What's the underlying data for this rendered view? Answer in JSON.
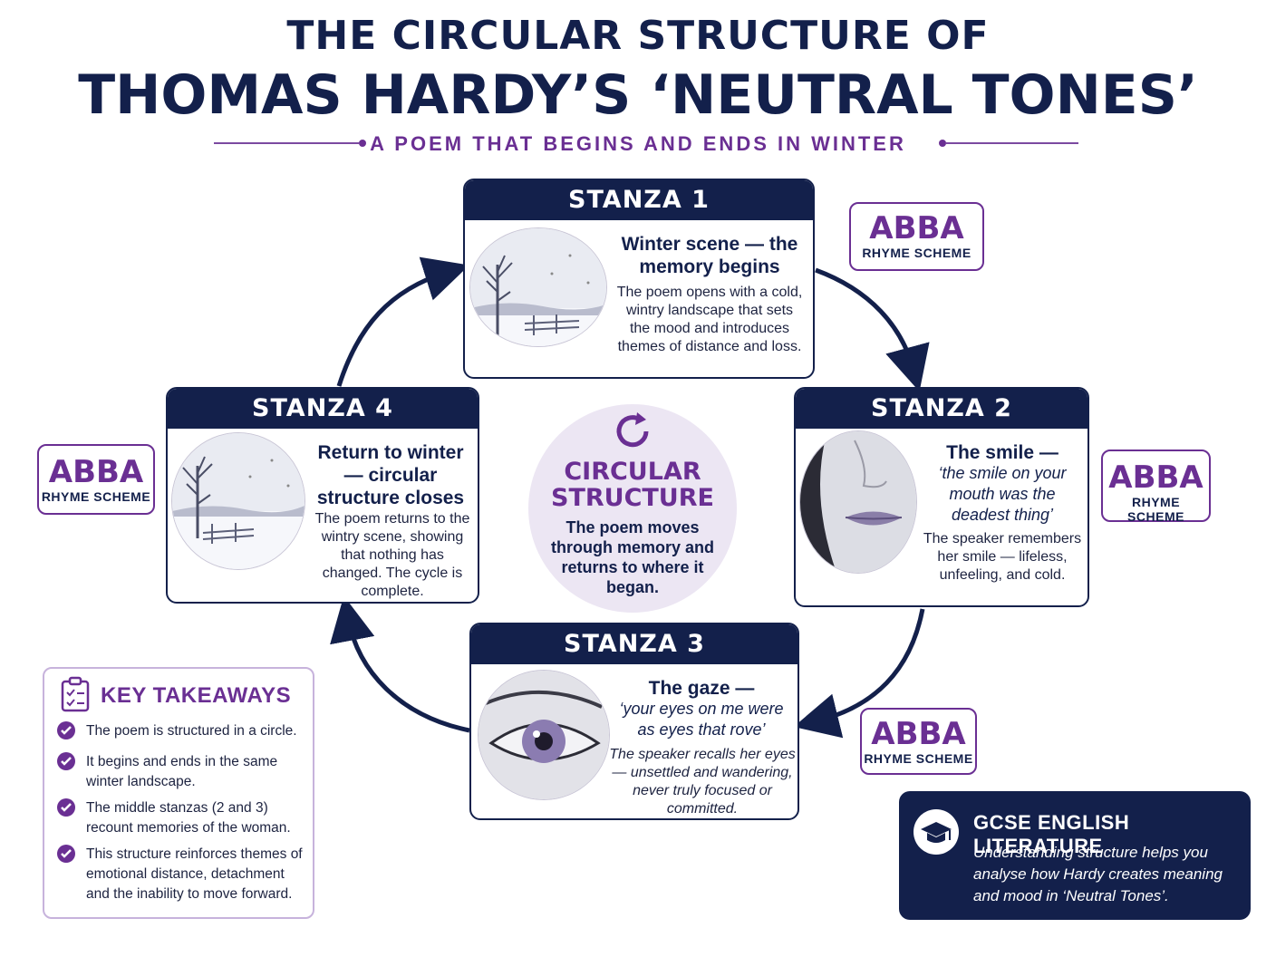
{
  "header": {
    "title_line1": "THE CIRCULAR STRUCTURE OF",
    "title_line2": "THOMAS HARDY’S ‘NEUTRAL TONES’",
    "subtitle": "A POEM THAT BEGINS AND ENDS IN WINTER"
  },
  "stanzas": [
    {
      "label": "STANZA 1",
      "heading": "Winter scene — the memory begins",
      "quote": "",
      "body": "The poem opens with a cold, wintry landscape that sets the mood and introduces themes of distance and loss."
    },
    {
      "label": "STANZA 2",
      "heading": "The smile —",
      "quote": "‘the smile on your mouth was the deadest thing’",
      "body": "The speaker remembers her smile — lifeless, unfeeling, and cold."
    },
    {
      "label": "STANZA 3",
      "heading": "The gaze —",
      "quote": "‘your eyes on me were as eyes that rove’",
      "body": "The speaker recalls her eyes — unsettled and wandering, never truly focused or committed."
    },
    {
      "label": "STANZA 4",
      "heading": "Return to winter — circular structure closes",
      "quote": "",
      "body": "The poem returns to the wintry scene, showing that nothing has changed. The cycle is complete."
    }
  ],
  "badges": [
    {
      "big": "ABBA",
      "small": "RHYME SCHEME"
    },
    {
      "big": "ABBA",
      "small": "RHYME SCHEME"
    },
    {
      "big": "ABBA",
      "small": "RHYME SCHEME"
    },
    {
      "big": "ABBA",
      "small": "RHYME SCHEME"
    }
  ],
  "centre": {
    "icon": "cycle-icon",
    "title": "CIRCULAR STRUCTURE",
    "body": "The poem moves through memory and returns to where it began."
  },
  "takeaways": {
    "icon": "clipboard-checklist-icon",
    "title": "KEY TAKEAWAYS",
    "items": [
      "The poem is structured in a circle.",
      "It begins and ends in the same winter landscape.",
      "The middle stanzas (2 and 3) recount memories of the woman.",
      "This structure reinforces themes of emotional distance, detachment and the inability to move forward."
    ]
  },
  "gcse": {
    "icon": "graduation-cap-icon",
    "title": "GCSE ENGLISH LITERATURE",
    "body": "Understanding structure helps you analyse how Hardy creates meaning and mood in ‘Neutral Tones’."
  },
  "colors": {
    "navy": "#13204b",
    "purple": "#6a2f93",
    "lavender": "#ece6f3"
  }
}
